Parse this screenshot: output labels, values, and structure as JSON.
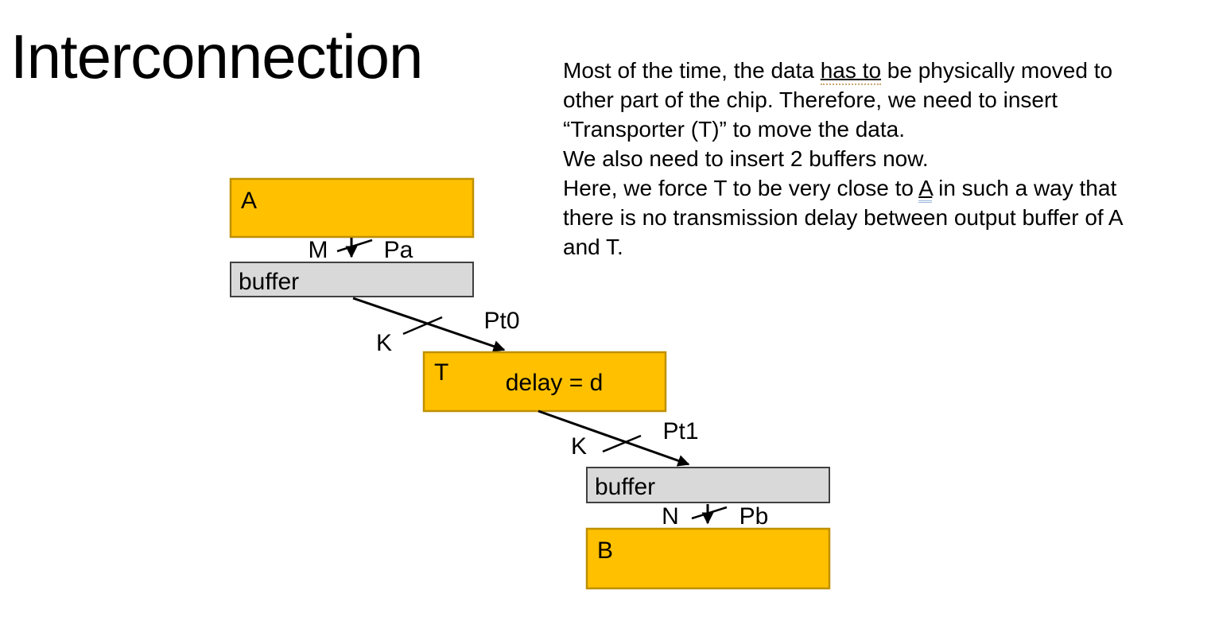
{
  "slide": {
    "title": "Interconnection",
    "paragraph": {
      "line1_pre": "Most of the time, the data ",
      "line1_underlined": "has to",
      "line1_post": " be physically moved to",
      "line2": "other part of the chip. Therefore, we need to insert",
      "line3": "“Transporter (T)” to move the data.",
      "line4": "We also need to insert 2 buffers now.",
      "line5_pre": "Here, we force T to be very close to ",
      "line5_underlined": "A",
      "line5_post": " in such a way that",
      "line6": "there is no transmission delay between output buffer of A",
      "line7": "and T."
    }
  },
  "diagram": {
    "blocks": {
      "a": {
        "label": "A"
      },
      "buffer_top": {
        "label": "buffer"
      },
      "t": {
        "label": "T",
        "sublabel": "delay = d"
      },
      "buffer_bottom": {
        "label": "buffer"
      },
      "b": {
        "label": "B"
      }
    },
    "edge_labels": {
      "m": "M",
      "pa": "Pa",
      "k_top": "K",
      "pt0": "Pt0",
      "k_bottom": "K",
      "pt1": "Pt1",
      "n": "N",
      "pb": "Pb"
    },
    "colors": {
      "block_fill": "#FFC000",
      "block_border": "#BF9000",
      "buffer_fill": "#D9D9D9",
      "buffer_border": "#404040",
      "arrow": "#000000",
      "spell_underline": "#C9A670",
      "grammar_underline": "#9DB8DC"
    }
  }
}
